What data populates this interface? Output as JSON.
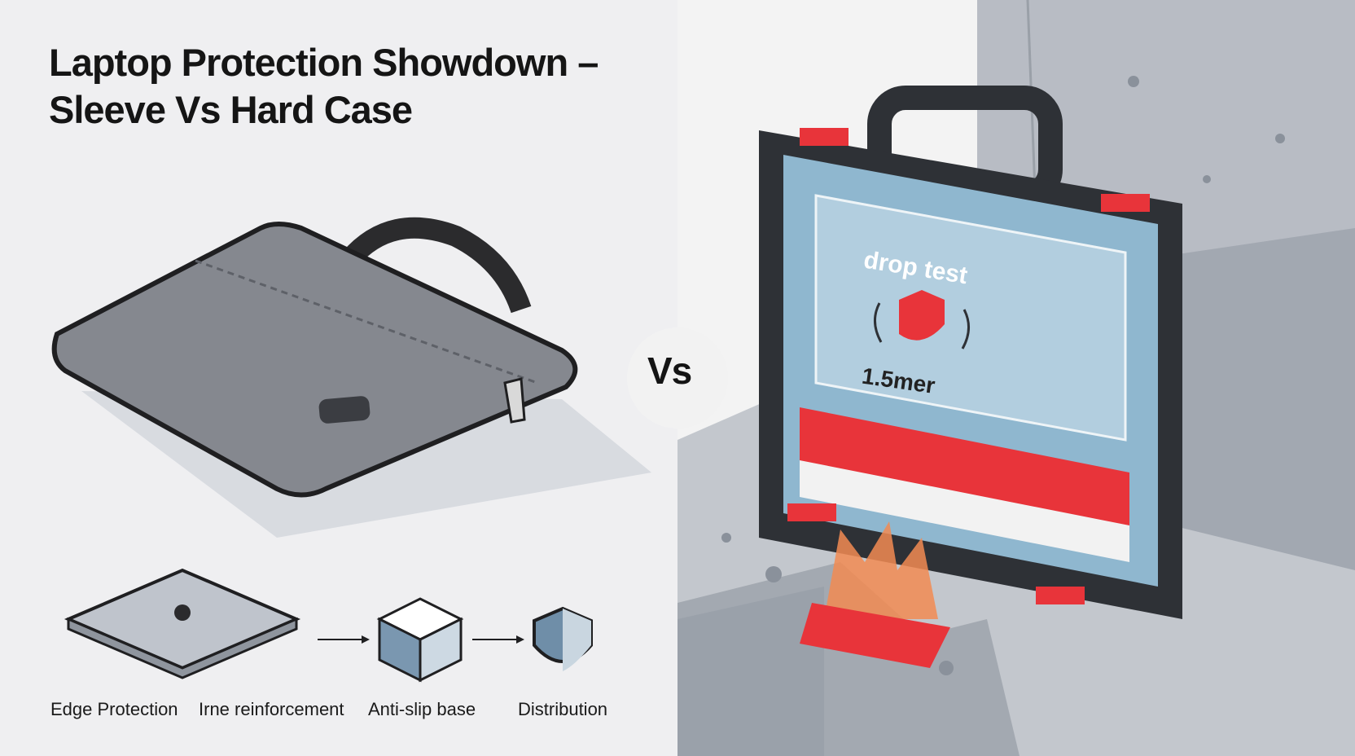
{
  "title": {
    "line1": "Laptop Protection Showdown –",
    "line2": "Sleeve Vs Hard Case"
  },
  "vs_label": "Vs",
  "features": [
    {
      "label": "Edge Protection"
    },
    {
      "label": "Irne reinforcement"
    },
    {
      "label": "Anti-slip base"
    },
    {
      "label": "Distribution"
    }
  ],
  "hard_case": {
    "test_title": "drop test",
    "test_height": "1.5mer"
  },
  "colors": {
    "sleeve": "#85888f",
    "case_frame": "#2e3136",
    "accent_red": "#e8343a",
    "window_blue": "#8fb7cf",
    "concrete": "#b9bec6"
  }
}
